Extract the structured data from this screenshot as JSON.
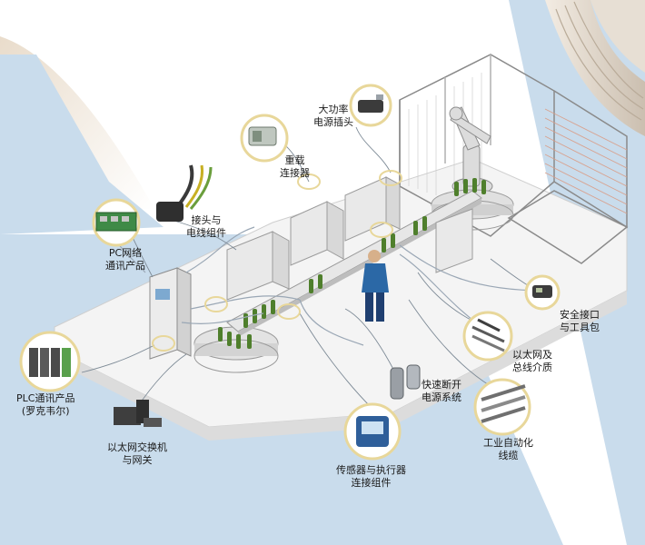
{
  "colors": {
    "background_top": "#ffffff",
    "background_blue": "#c9dcec",
    "floor": "#f2f2f2",
    "machine": "#e7e7e7",
    "bottle_green": "#4f7f2c",
    "bubble_ring": "#e8d79a",
    "fence": "#8a8a8a",
    "cable": "#9aa7b5"
  },
  "labels": {
    "high_power_plug": [
      "大功率",
      "电源插头"
    ],
    "heavy_connector": [
      "重载",
      "连接器"
    ],
    "connector_harness": [
      "接头与",
      "电线组件"
    ],
    "pc_network": [
      "PC网络",
      "通讯产品"
    ],
    "plc_comm": [
      "PLC通讯产品",
      "(罗克韦尔)"
    ],
    "ethernet_switch": [
      "以太网交换机",
      "与网关"
    ],
    "sensor_actuator": [
      "传感器与执行器",
      "连接组件"
    ],
    "quick_disconnect": [
      "快速断开",
      "电源系统"
    ],
    "industrial_cable": [
      "工业自动化",
      "线缆"
    ],
    "ethernet_bus": [
      "以太网及",
      "总线介质"
    ],
    "safety_interface": [
      "安全接口",
      "与工具包"
    ]
  },
  "icons": [
    "power-plug-icon",
    "heavy-connector-icon",
    "wire-harness-icon",
    "network-card-icon",
    "plc-module-icon",
    "ethernet-switch-icon",
    "flow-meter-icon",
    "quick-disconnect-icon",
    "industrial-cable-icon",
    "ethernet-bus-icon",
    "safety-interface-icon",
    "robot-arm-icon",
    "operator-icon",
    "control-cabinet-icon",
    "bottling-line-icon"
  ]
}
